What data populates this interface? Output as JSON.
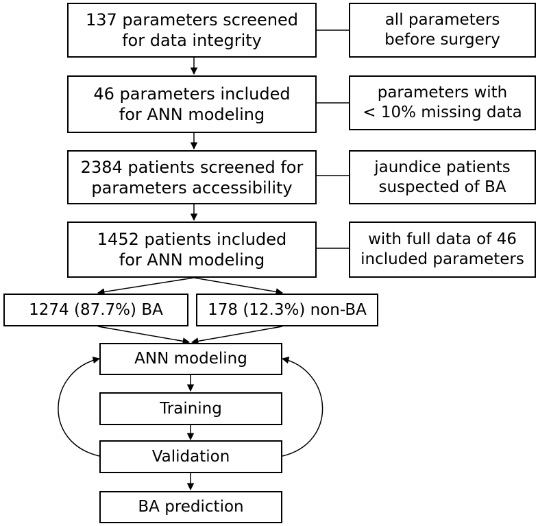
{
  "steps": [
    {
      "line1": "137 parameters screened",
      "line2": "for data integrity"
    },
    {
      "line1": "46 parameters included",
      "line2": "for ANN modeling"
    },
    {
      "line1": "2384 patients screened for",
      "line2": "parameters accessibility"
    },
    {
      "line1": "1452 patients included",
      "line2": "for ANN modeling"
    }
  ],
  "notes": [
    {
      "line1": "all parameters",
      "line2": "before surgery"
    },
    {
      "line1": "parameters with",
      "line2": "< 10% missing data"
    },
    {
      "line1": "jaundice patients",
      "line2": "suspected of BA"
    },
    {
      "line1": "with full data of 46",
      "line2": "included parameters"
    }
  ],
  "groups": {
    "ba": "1274 (87.7%) BA",
    "non_ba": "178 (12.3%) non-BA"
  },
  "model": {
    "modeling": "ANN modeling",
    "training": "Training",
    "validation": "Validation",
    "prediction": "BA prediction"
  }
}
